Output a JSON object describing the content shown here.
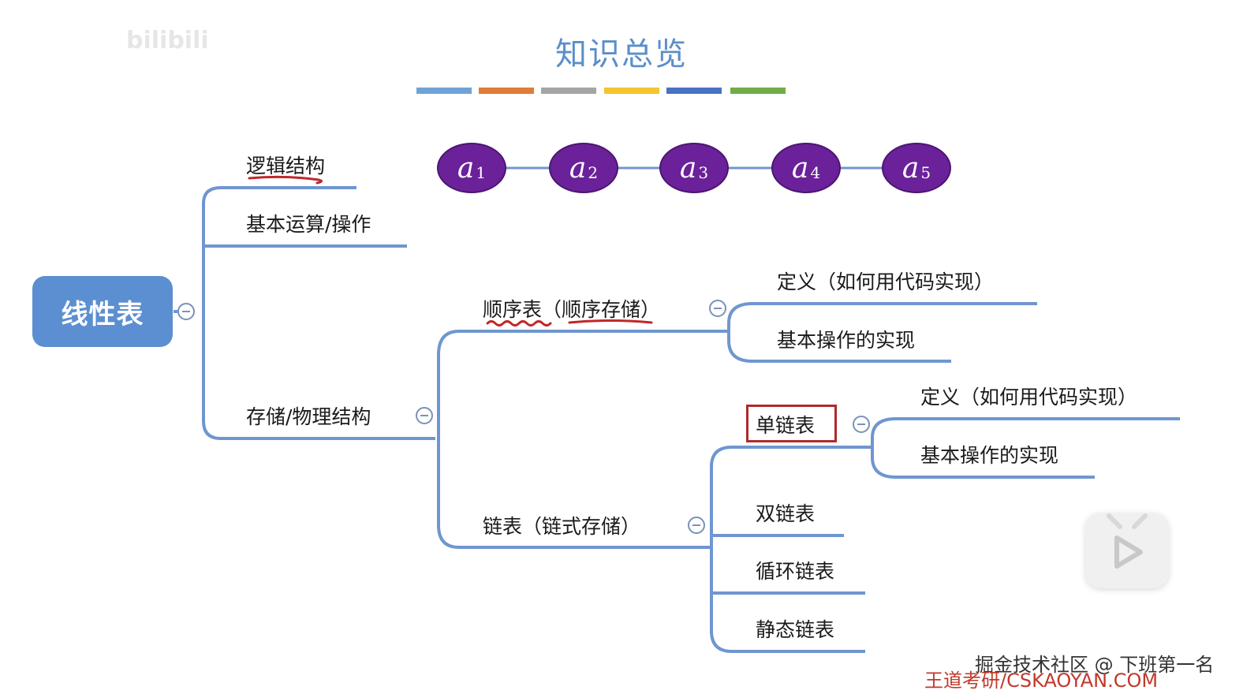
{
  "page": {
    "title": "知识总览",
    "swatch_colors": [
      "#6fa3d6",
      "#e07b39",
      "#a5a5a5",
      "#f2c531",
      "#4a72c4",
      "#70ad47"
    ]
  },
  "mindmap": {
    "root": "线性表",
    "branches": {
      "logic": "逻辑结构",
      "ops": "基本运算/操作",
      "storage": "存储/物理结构"
    },
    "sequence_nodes": [
      {
        "base": "a",
        "sub": "1"
      },
      {
        "base": "a",
        "sub": "2"
      },
      {
        "base": "a",
        "sub": "3"
      },
      {
        "base": "a",
        "sub": "4"
      },
      {
        "base": "a",
        "sub": "5"
      }
    ],
    "seq_table": {
      "label": "顺序表（顺序存储）",
      "children": [
        "定义（如何用代码实现）",
        "基本操作的实现"
      ]
    },
    "linked_list": {
      "label": "链表（链式存储）",
      "single": {
        "label": "单链表",
        "children": [
          "定义（如何用代码实现）",
          "基本操作的实现"
        ]
      },
      "others": [
        "双链表",
        "循环链表",
        "静态链表"
      ]
    }
  },
  "watermarks": {
    "top_left": "bilibili",
    "bottom_right_community": "掘金技术社区 @ 下班第一名",
    "bottom_right_brand": "王道考研/CSKAOYAN.COM"
  },
  "colors": {
    "accent_blue": "#5b8fd1",
    "line_blue": "#6f96cf",
    "node_purple": "#6b219a",
    "annotation_red": "#b02a2a"
  }
}
